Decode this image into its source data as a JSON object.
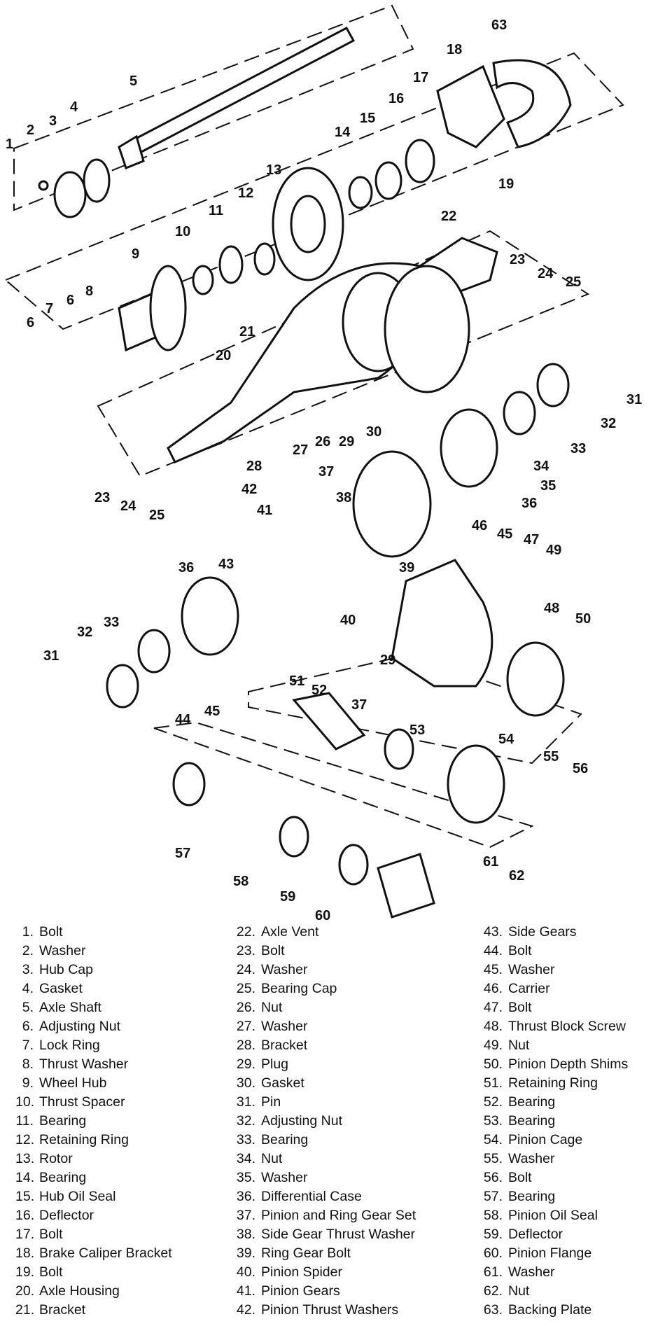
{
  "callouts": {
    "c1": "1",
    "c2": "2",
    "c3": "3",
    "c4": "4",
    "c5": "5",
    "c6a": "6",
    "c6b": "6",
    "c7": "7",
    "c8": "8",
    "c9": "9",
    "c10": "10",
    "c11": "11",
    "c12": "12",
    "c13": "13",
    "c14": "14",
    "c15": "15",
    "c16": "16",
    "c17": "17",
    "c18": "18",
    "c19": "19",
    "c20": "20",
    "c21": "21",
    "c22": "22",
    "c23a": "23",
    "c23b": "23",
    "c24a": "24",
    "c24b": "24",
    "c25a": "25",
    "c25b": "25",
    "c26": "26",
    "c27": "27",
    "c28": "28",
    "c29a": "29",
    "c29b": "29",
    "c30": "30",
    "c31a": "31",
    "c31b": "31",
    "c32a": "32",
    "c32b": "32",
    "c33a": "33",
    "c33b": "33",
    "c34": "34",
    "c35": "35",
    "c36a": "36",
    "c36b": "36",
    "c37a": "37",
    "c37b": "37",
    "c38": "38",
    "c39": "39",
    "c40": "40",
    "c41": "41",
    "c42": "42",
    "c43": "43",
    "c44": "44",
    "c45a": "45",
    "c45b": "45",
    "c46": "46",
    "c47": "47",
    "c48": "48",
    "c49": "49",
    "c50": "50",
    "c51": "51",
    "c52": "52",
    "c53": "53",
    "c54": "54",
    "c55": "55",
    "c56": "56",
    "c57": "57",
    "c58": "58",
    "c59": "59",
    "c60": "60",
    "c61": "61",
    "c62": "62",
    "c63": "63"
  },
  "legend": {
    "column1": [
      {
        "num": "1.",
        "label": "Bolt"
      },
      {
        "num": "2.",
        "label": "Washer"
      },
      {
        "num": "3.",
        "label": "Hub Cap"
      },
      {
        "num": "4.",
        "label": "Gasket"
      },
      {
        "num": "5.",
        "label": "Axle Shaft"
      },
      {
        "num": "6.",
        "label": "Adjusting Nut"
      },
      {
        "num": "7.",
        "label": "Lock Ring"
      },
      {
        "num": "8.",
        "label": "Thrust Washer"
      },
      {
        "num": "9.",
        "label": "Wheel Hub"
      },
      {
        "num": "10.",
        "label": "Thrust Spacer"
      },
      {
        "num": "11.",
        "label": "Bearing"
      },
      {
        "num": "12.",
        "label": "Retaining Ring"
      },
      {
        "num": "13.",
        "label": "Rotor"
      },
      {
        "num": "14.",
        "label": "Bearing"
      },
      {
        "num": "15.",
        "label": "Hub Oil Seal"
      },
      {
        "num": "16.",
        "label": "Deflector"
      },
      {
        "num": "17.",
        "label": "Bolt"
      },
      {
        "num": "18.",
        "label": "Brake Caliper Bracket"
      },
      {
        "num": "19.",
        "label": "Bolt"
      },
      {
        "num": "20.",
        "label": "Axle Housing"
      },
      {
        "num": "21.",
        "label": "Bracket"
      }
    ],
    "column2": [
      {
        "num": "22.",
        "label": "Axle Vent"
      },
      {
        "num": "23.",
        "label": "Bolt"
      },
      {
        "num": "24.",
        "label": "Washer"
      },
      {
        "num": "25.",
        "label": "Bearing Cap"
      },
      {
        "num": "26.",
        "label": "Nut"
      },
      {
        "num": "27.",
        "label": "Washer"
      },
      {
        "num": "28.",
        "label": "Bracket"
      },
      {
        "num": "29.",
        "label": "Plug"
      },
      {
        "num": "30.",
        "label": "Gasket"
      },
      {
        "num": "31.",
        "label": "Pin"
      },
      {
        "num": "32.",
        "label": "Adjusting Nut"
      },
      {
        "num": "33.",
        "label": "Bearing"
      },
      {
        "num": "34.",
        "label": "Nut"
      },
      {
        "num": "35.",
        "label": "Washer"
      },
      {
        "num": "36.",
        "label": "Differential Case"
      },
      {
        "num": "37.",
        "label": "Pinion and Ring Gear Set"
      },
      {
        "num": "38.",
        "label": "Side Gear Thrust Washer"
      },
      {
        "num": "39.",
        "label": "Ring Gear Bolt"
      },
      {
        "num": "40.",
        "label": "Pinion Spider"
      },
      {
        "num": "41.",
        "label": "Pinion Gears"
      },
      {
        "num": "42.",
        "label": "Pinion Thrust Washers"
      }
    ],
    "column3": [
      {
        "num": "43.",
        "label": "Side Gears"
      },
      {
        "num": "44.",
        "label": "Bolt"
      },
      {
        "num": "45.",
        "label": "Washer"
      },
      {
        "num": "46.",
        "label": "Carrier"
      },
      {
        "num": "47.",
        "label": "Bolt"
      },
      {
        "num": "48.",
        "label": "Thrust Block Screw"
      },
      {
        "num": "49.",
        "label": "Nut"
      },
      {
        "num": "50.",
        "label": "Pinion Depth Shims"
      },
      {
        "num": "51.",
        "label": "Retaining Ring"
      },
      {
        "num": "52.",
        "label": "Bearing"
      },
      {
        "num": "53.",
        "label": "Bearing"
      },
      {
        "num": "54.",
        "label": "Pinion Cage"
      },
      {
        "num": "55.",
        "label": "Washer"
      },
      {
        "num": "56.",
        "label": "Bolt"
      },
      {
        "num": "57.",
        "label": "Bearing"
      },
      {
        "num": "58.",
        "label": "Pinion Oil Seal"
      },
      {
        "num": "59.",
        "label": "Deflector"
      },
      {
        "num": "60.",
        "label": "Pinion Flange"
      },
      {
        "num": "61.",
        "label": "Washer"
      },
      {
        "num": "62.",
        "label": "Nut"
      },
      {
        "num": "63.",
        "label": "Backing Plate"
      }
    ]
  }
}
